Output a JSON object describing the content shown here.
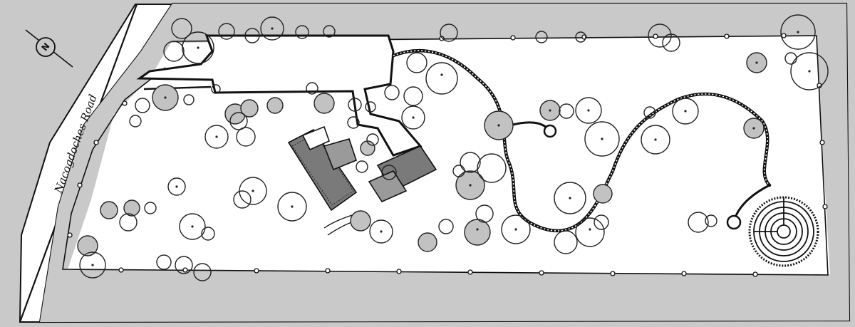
{
  "map": {
    "road_label": "Nacogdoches Road",
    "north_symbol": "N",
    "colors": {
      "surround": "#c9c9c9",
      "property": "#ffffff",
      "outline": "#111111",
      "shaded_tree": "#c2c2c2",
      "open_tree": "#ffffff"
    },
    "features": [
      "road",
      "driveway",
      "house",
      "garage",
      "fence",
      "winding-path",
      "labyrinth",
      "trees",
      "north-arrow"
    ]
  }
}
